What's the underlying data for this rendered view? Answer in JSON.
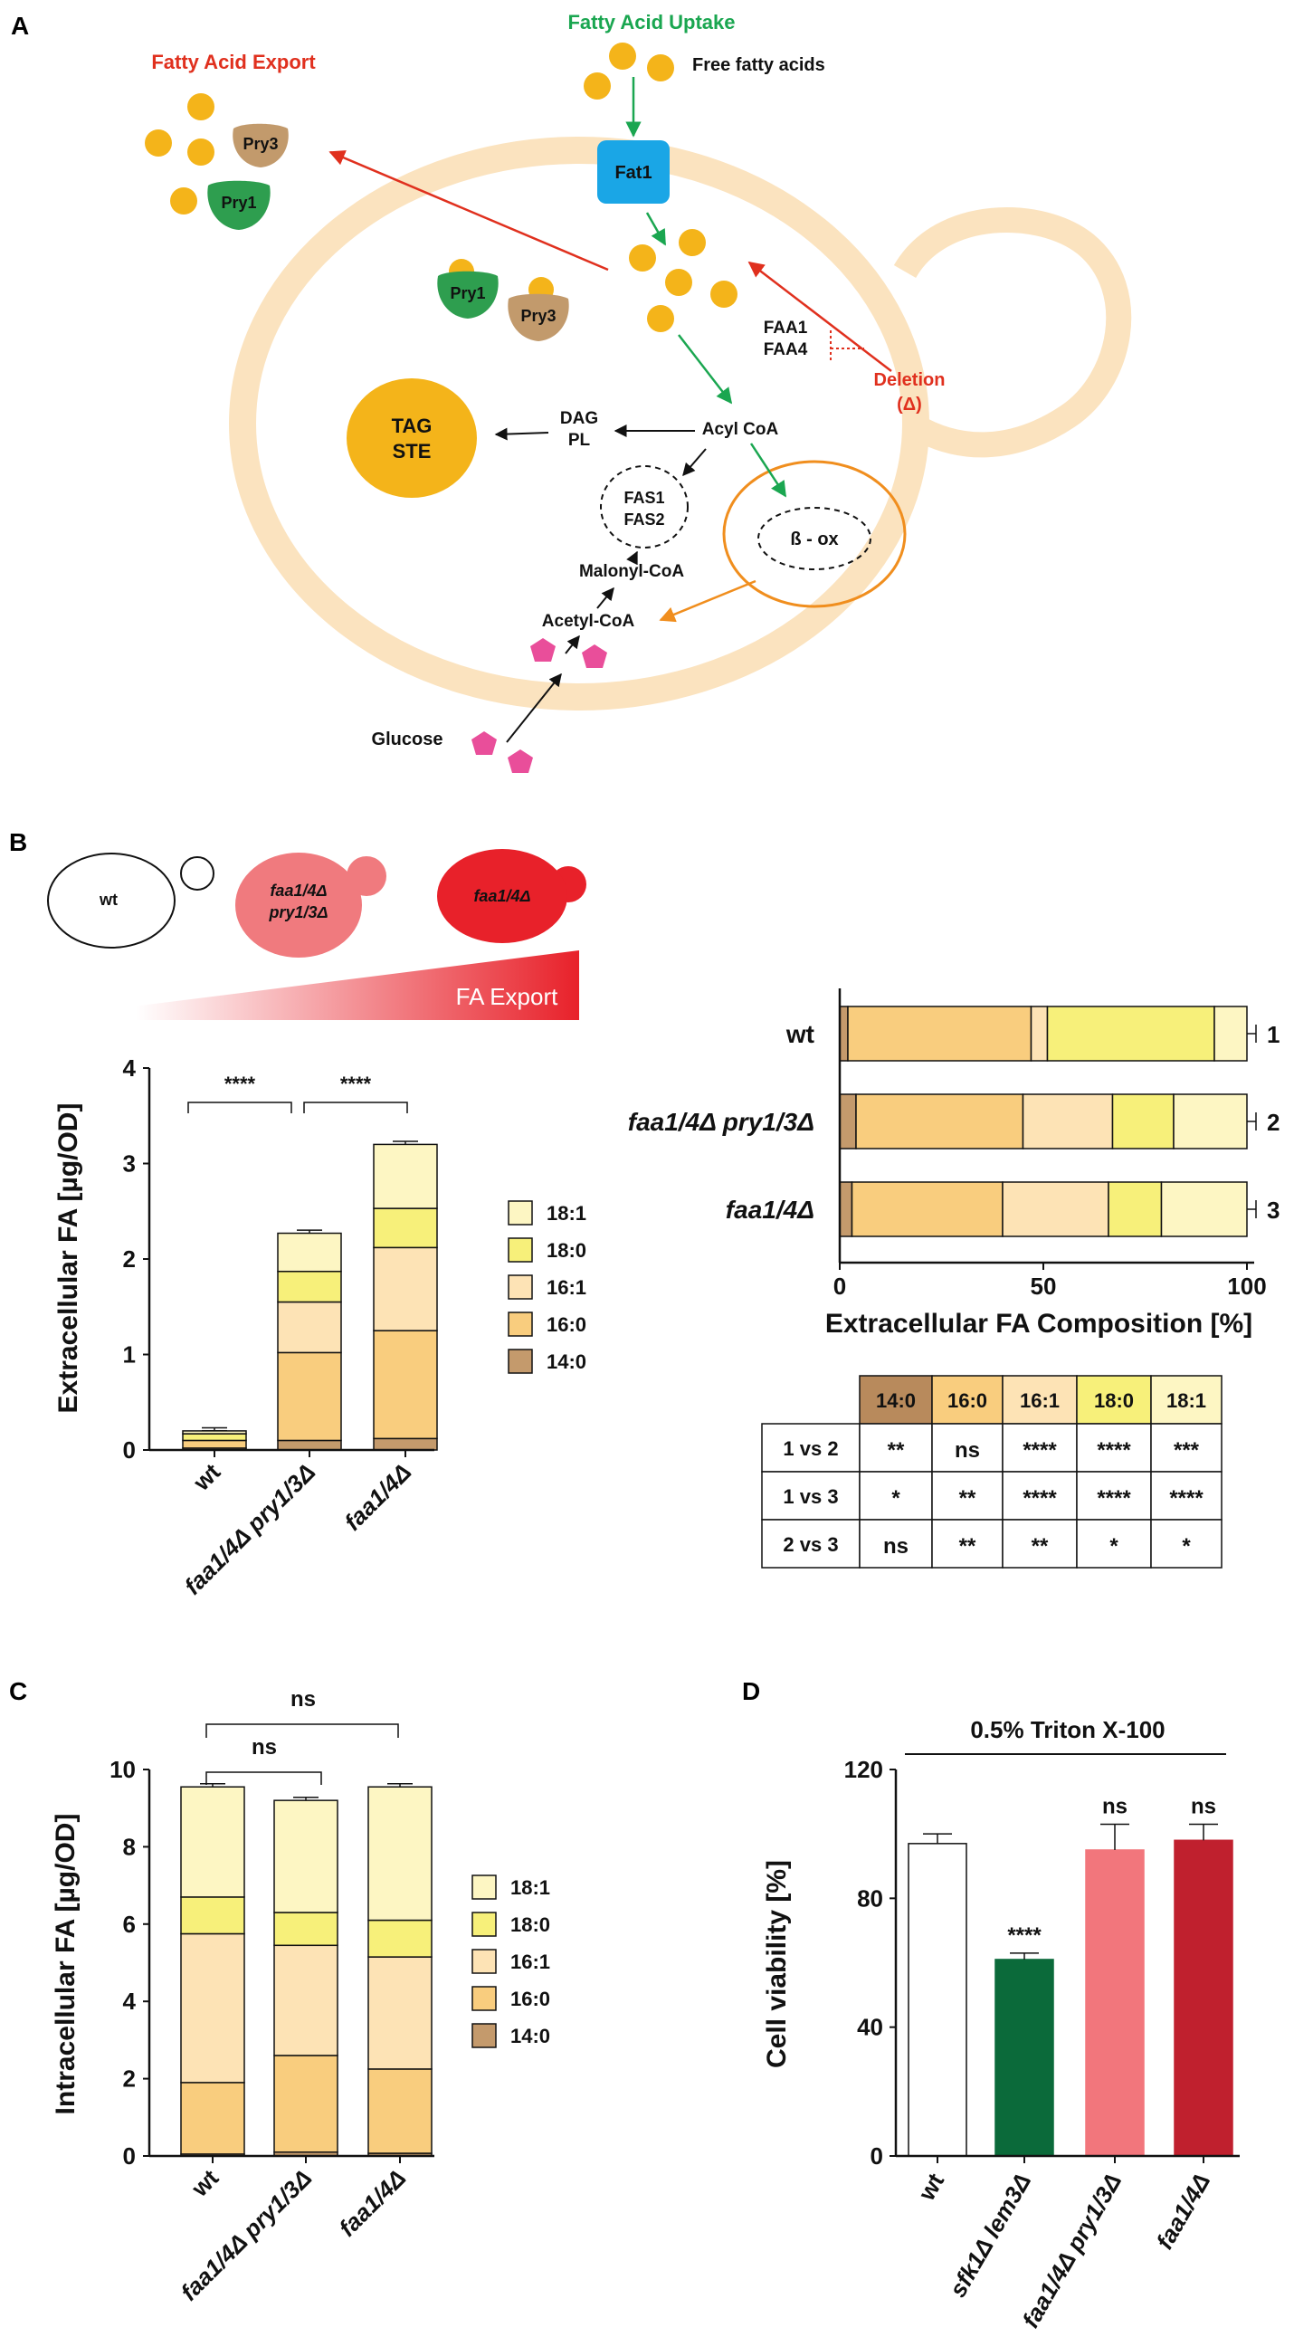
{
  "panel_letters": {
    "a": "A",
    "b": "B",
    "c": "C",
    "d": "D"
  },
  "diagram": {
    "uptake_title": "Fatty Acid Uptake",
    "export_title": "Fatty Acid Export",
    "free_fatty_acids": "Free fatty acids",
    "fat1": "Fat1",
    "pry3": "Pry3",
    "pry1": "Pry1",
    "faa1": "FAA1",
    "faa4": "FAA4",
    "deletion": "Deletion",
    "delta": "(Δ)",
    "tag": "TAG",
    "ste": "STE",
    "dag": "DAG",
    "pl": "PL",
    "acyl_coa": "Acyl CoA",
    "fas1": "FAS1",
    "fas2": "FAS2",
    "beta_ox": "ß - ox",
    "malonyl": "Malonyl-CoA",
    "acetyl": "Acetyl-CoA",
    "glucose": "Glucose",
    "colors": {
      "fa_dot": "#f4b41a",
      "cell": "#fbe3bf",
      "fat1": "#1aa6e6",
      "pry1": "#2e9e4f",
      "pry3": "#c29a6c",
      "tag": "#f4b41a",
      "uptake": "#1aa650",
      "export": "#e0301e",
      "box": "#f08e1e",
      "glucose": "#e94e9a"
    }
  },
  "strain_icons": {
    "wt": "wt",
    "double_l1": "faa1/4Δ",
    "double_l2": "pry1/3Δ",
    "single": "faa1/4Δ",
    "export_label": "FA Export"
  },
  "tests": {
    "header": [
      "14:0",
      "16:0",
      "16:1",
      "18:0",
      "18:1"
    ],
    "header_colors": [
      "#b88a5c",
      "#f9cd7e",
      "#fde3b5",
      "#f7f07a",
      "#fdf6c3"
    ],
    "rows": [
      {
        "label": "1 vs 2",
        "cells": [
          "**",
          "ns",
          "****",
          "****",
          "***"
        ]
      },
      {
        "label": "1 vs 3",
        "cells": [
          "*",
          "**",
          "****",
          "****",
          "****"
        ]
      },
      {
        "label": "2 vs 3",
        "cells": [
          "ns",
          "**",
          "**",
          "*",
          "*"
        ]
      }
    ]
  },
  "chart_data": [
    {
      "id": "B-left",
      "type": "bar",
      "stacked": true,
      "categories": [
        "wt",
        "faa1/4Δ pry1/3Δ",
        "faa1/4Δ"
      ],
      "series": [
        {
          "name": "14:0",
          "color": "#c49a6c",
          "values": [
            0.02,
            0.1,
            0.12
          ]
        },
        {
          "name": "16:0",
          "color": "#f9cd7e",
          "values": [
            0.08,
            0.92,
            1.13
          ]
        },
        {
          "name": "16:1",
          "color": "#fde3b5",
          "values": [
            0.0,
            0.53,
            0.87
          ]
        },
        {
          "name": "18:0",
          "color": "#f7f07a",
          "values": [
            0.07,
            0.32,
            0.41
          ]
        },
        {
          "name": "18:1",
          "color": "#fdf6c3",
          "values": [
            0.03,
            0.4,
            0.67
          ]
        }
      ],
      "ylabel": "Extracellular FA [µg/OD]",
      "ylim": [
        0,
        4
      ],
      "yticks": [
        0,
        1,
        2,
        3,
        4
      ],
      "legend_order": [
        "18:1",
        "18:0",
        "16:1",
        "16:0",
        "14:0"
      ],
      "significance": [
        "****",
        "****"
      ]
    },
    {
      "id": "B-right",
      "type": "bar",
      "orientation": "horizontal",
      "stacked": true,
      "categories": [
        "wt",
        "faa1/4Δ pry1/3Δ",
        "faa1/4Δ"
      ],
      "row_numbers": [
        "1",
        "2",
        "3"
      ],
      "series": [
        {
          "name": "14:0",
          "color": "#c49a6c",
          "values": [
            2,
            4,
            3
          ]
        },
        {
          "name": "16:0",
          "color": "#f9cd7e",
          "values": [
            45,
            41,
            37
          ]
        },
        {
          "name": "16:1",
          "color": "#fde3b5",
          "values": [
            4,
            22,
            26
          ]
        },
        {
          "name": "18:0",
          "color": "#f7f07a",
          "values": [
            41,
            15,
            13
          ]
        },
        {
          "name": "18:1",
          "color": "#fdf6c3",
          "values": [
            8,
            18,
            21
          ]
        }
      ],
      "xlabel": "Extracellular FA Composition [%]",
      "xlim": [
        0,
        100
      ],
      "xticks": [
        0,
        50,
        100
      ]
    },
    {
      "id": "C",
      "type": "bar",
      "stacked": true,
      "categories": [
        "wt",
        "faa1/4Δ pry1/3Δ",
        "faa1/4Δ"
      ],
      "series": [
        {
          "name": "14:0",
          "color": "#c49a6c",
          "values": [
            0.05,
            0.1,
            0.07
          ]
        },
        {
          "name": "16:0",
          "color": "#f9cd7e",
          "values": [
            1.85,
            2.5,
            2.18
          ]
        },
        {
          "name": "16:1",
          "color": "#fde3b5",
          "values": [
            3.85,
            2.85,
            2.9
          ]
        },
        {
          "name": "18:0",
          "color": "#f7f07a",
          "values": [
            0.95,
            0.85,
            0.95
          ]
        },
        {
          "name": "18:1",
          "color": "#fdf6c3",
          "values": [
            2.85,
            2.9,
            3.45
          ]
        }
      ],
      "ylabel": "Intracellular  FA [µg/OD]",
      "ylim": [
        0,
        10
      ],
      "yticks": [
        0,
        2,
        4,
        6,
        8,
        10
      ],
      "legend_order": [
        "18:1",
        "18:0",
        "16:1",
        "16:0",
        "14:0"
      ],
      "significance": [
        "ns",
        "ns"
      ]
    },
    {
      "id": "D",
      "type": "bar",
      "title": "0.5% Triton X-100",
      "categories": [
        "wt",
        "sfk1Δ lem3Δ",
        "faa1/4Δ pry1/3Δ",
        "faa1/4Δ"
      ],
      "values": [
        97,
        61,
        95,
        98
      ],
      "errors": [
        3,
        2,
        8,
        5
      ],
      "colors": [
        "#ffffff",
        "#0b6a3a",
        "#f2767c",
        "#c0202e"
      ],
      "annotations": [
        "",
        "****",
        "ns",
        "ns"
      ],
      "ylabel": "Cell viability [%]",
      "ylim": [
        0,
        120
      ],
      "yticks": [
        0,
        40,
        80,
        120
      ]
    }
  ]
}
